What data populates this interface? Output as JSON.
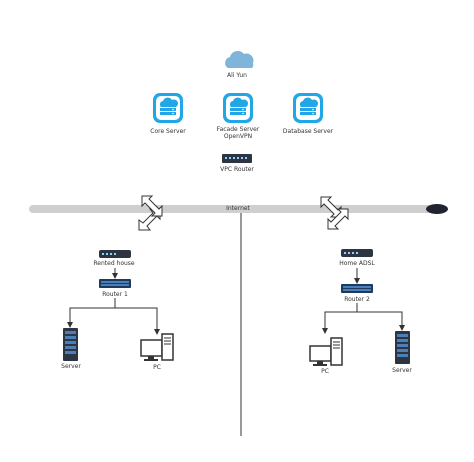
{
  "colors": {
    "cloud": "#7fb5d8",
    "server_tile": "#21a7e8",
    "pipe": "#cfcfcf",
    "pipe_end": "#1f2430",
    "device_dark": "#2d3542",
    "router_blue": "#1e3a5f",
    "line": "#333333"
  },
  "cloud": {
    "label": "Ali Yun",
    "icon": "cloud-icon"
  },
  "servers": [
    {
      "label": "Core Server",
      "icon": "cloud-server-icon"
    },
    {
      "label": "Facade Server\nOpenVPN",
      "icon": "cloud-server-icon"
    },
    {
      "label": "Database Server",
      "icon": "cloud-server-icon"
    }
  ],
  "vpc_router": {
    "label": "VPC Router",
    "icon": "router-icon"
  },
  "internet": {
    "label": "Internet"
  },
  "left_site": {
    "modem_label": "Rented house",
    "router_label": "Router 1",
    "server_label": "Server",
    "pc_label": "PC"
  },
  "right_site": {
    "modem_label": "Home ADSL",
    "router_label": "Router 2",
    "pc_label": "PC",
    "server_label": "Server"
  }
}
